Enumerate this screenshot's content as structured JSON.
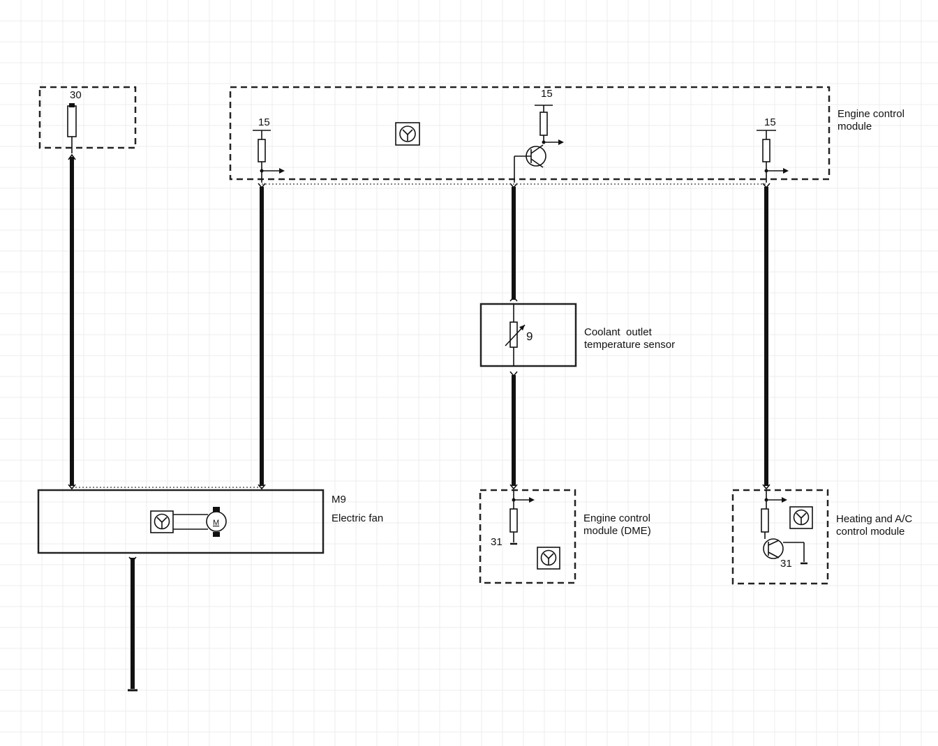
{
  "diagram": {
    "terminal_labels": {
      "supply_30": "30",
      "ecm_pin_15_left": "15",
      "ecm_pin_15_mid": "15",
      "ecm_pin_15_right": "15",
      "dme_ground_31": "31",
      "hvac_ground_31": "31"
    },
    "engine_control_module": {
      "label_line1": "Engine control",
      "label_line2": "module"
    },
    "coolant_sensor": {
      "label_line1": "Coolant  outlet",
      "label_line2": "temperature sensor",
      "symbol": "9"
    },
    "electric_fan": {
      "code": "M9",
      "label": "Electric fan",
      "motor_symbol": "M"
    },
    "engine_control_module_dme": {
      "label_line1": "Engine control",
      "label_line2": "module (DME)"
    },
    "heating_ac_module": {
      "label_line1": "Heating and A/C",
      "label_line2": "control module"
    }
  }
}
